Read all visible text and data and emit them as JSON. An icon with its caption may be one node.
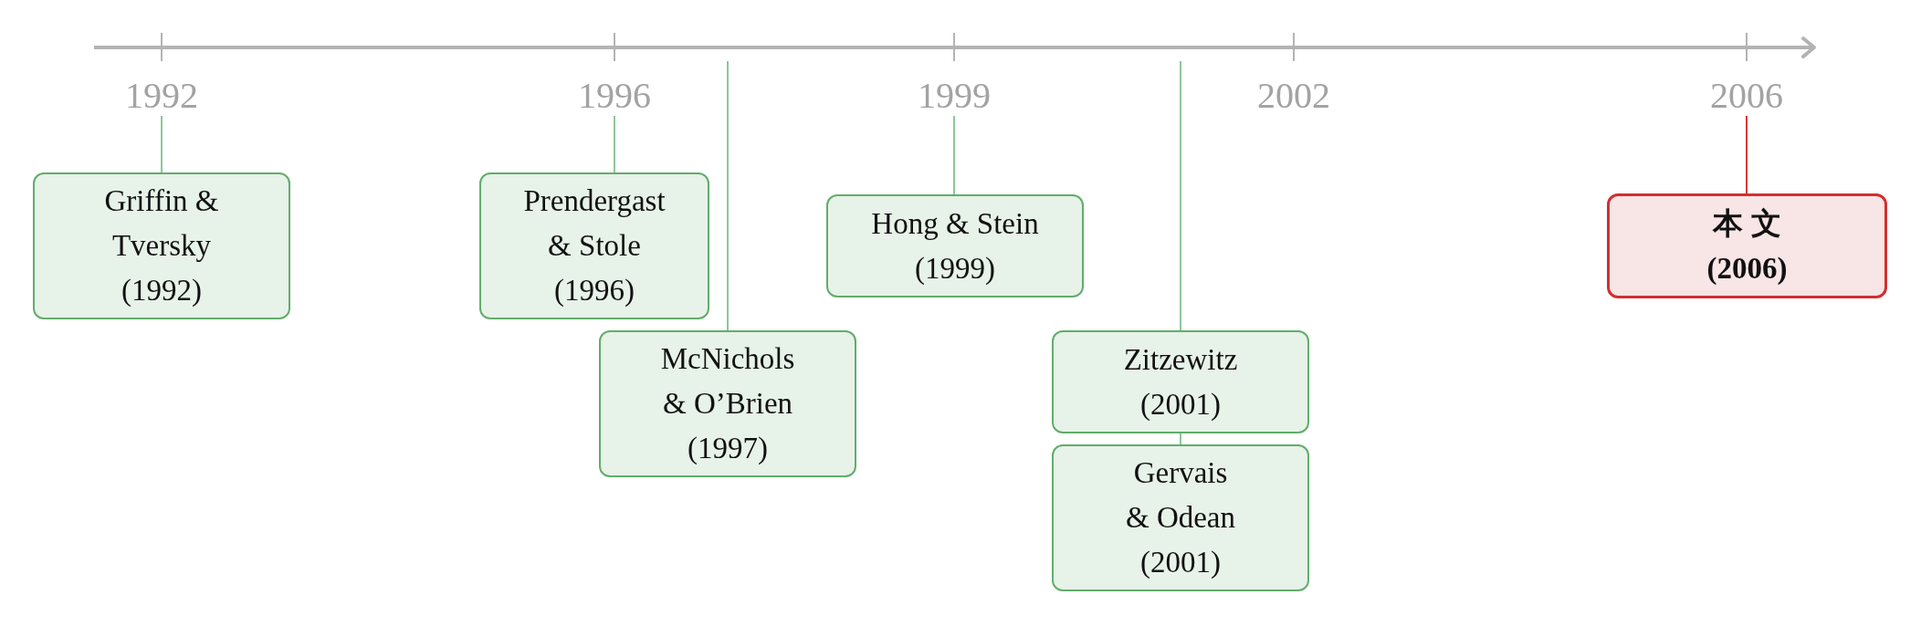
{
  "diagram": {
    "nodes": [
      {
        "text": [
          "1992"
        ]
      },
      {
        "text": [
          "1996"
        ]
      },
      {
        "text": [
          "1999"
        ]
      },
      {
        "text": [
          "2006"
        ]
      },
      {
        "text": [
          "Griffin & Tversky",
          "(1992)"
        ]
      },
      {
        "text": [
          "Prendergast & Stole",
          "(1996)"
        ]
      },
      {
        "text": [
          "McNichols & O’Brien",
          "(1997)"
        ]
      },
      {
        "text": [
          "Hong & Stein",
          "(1999)"
        ]
      },
      {
        "text": [
          "Zitzewitz",
          "(2001)"
        ]
      },
      {
        "text": [
          "Gervais & Odean",
          "(2001)"
        ]
      },
      {
        "text": [
          "本 文",
          "(2006)"
        ]
      }
    ],
    "edges": [
      {
        "from": 0,
        "to": 4,
        "arrow": "none"
      },
      {
        "from": 1,
        "to": 5,
        "arrow": "none"
      },
      {
        "from": null,
        "to": 6,
        "arrow": "none"
      },
      {
        "from": 2,
        "to": 7,
        "arrow": "none"
      },
      {
        "from": null,
        "to": 8,
        "arrow": "none"
      },
      {
        "from": null,
        "to": 9,
        "arrow": "none"
      },
      {
        "from": 3,
        "to": 10,
        "arrow": "none",
        "color": "#d33a3a"
      }
    ],
    "labels": [
      "2002"
    ]
  }
}
